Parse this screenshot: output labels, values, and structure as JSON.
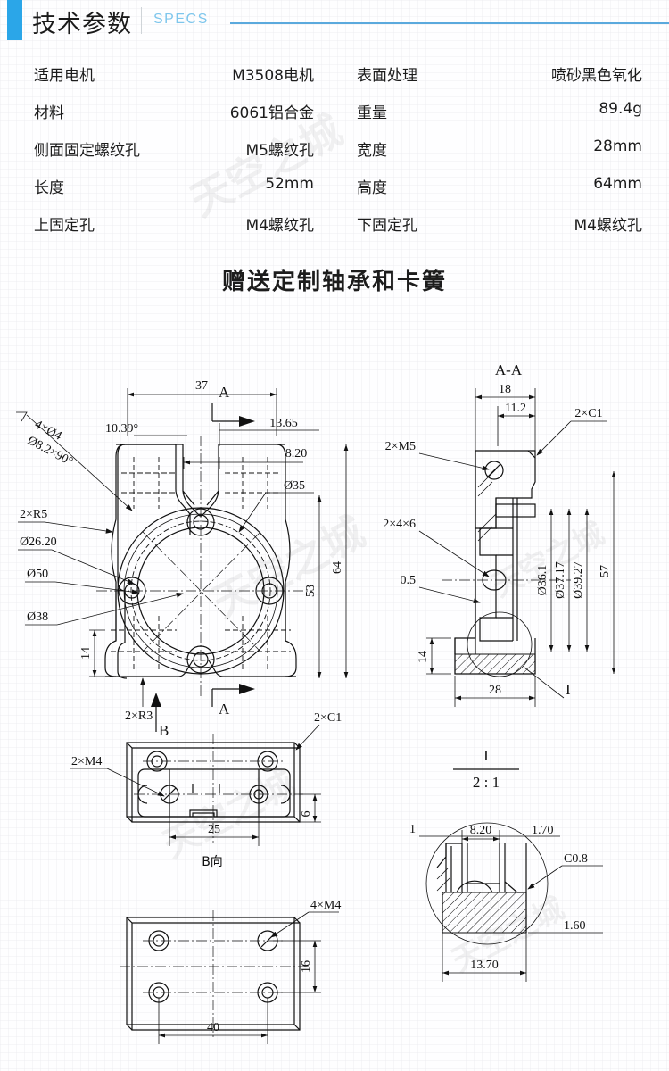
{
  "header": {
    "title_cn": "技术参数",
    "title_en": "SPECS",
    "accent_color": "#2ba6e8",
    "rule_color": "#5aa9dd"
  },
  "specs": {
    "rows": [
      {
        "label_l": "适用电机",
        "value_l": "M3508电机",
        "label_r": "表面处理",
        "value_r": "喷砂黑色氧化"
      },
      {
        "label_l": "材料",
        "value_l": "6061铝合金",
        "label_r": "重量",
        "value_r": "89.4g"
      },
      {
        "label_l": "侧面固定螺纹孔",
        "value_l": "M5螺纹孔",
        "label_r": "宽度",
        "value_r": "28mm"
      },
      {
        "label_l": "长度",
        "value_l": "52mm",
        "label_r": "高度",
        "value_r": "64mm"
      },
      {
        "label_l": "上固定孔",
        "value_l": "M4螺纹孔",
        "label_r": "下固定孔",
        "value_r": "M4螺纹孔"
      }
    ]
  },
  "gift_title": "赠送定制轴承和卡簧",
  "watermark": "天空之城",
  "drawing": {
    "front_view": {
      "name": "front-view",
      "dimensions": {
        "width_top": "37",
        "angle": "10.39°",
        "slot_offset": "13.65",
        "slot_width": "8.20",
        "bore": "Ø35",
        "fillet_r5": "2×R5",
        "dia_26_20": "Ø26.20",
        "dia_50": "Ø50",
        "dia_38": "Ø38",
        "height_53": "53",
        "height_64": "64",
        "ear_14": "14",
        "fillet_r3": "2×R3",
        "csk_hole": "4×Ø4",
        "csk_spec": "Ø8.2×90°",
        "section_mark_a": "A",
        "view_mark_b": "B"
      }
    },
    "section_aa": {
      "title": "A-A",
      "dimensions": {
        "w_18": "18",
        "w_11_2": "11.2",
        "chamfer": "2×C1",
        "thread_m5": "2×M5",
        "slot_2x4x6": "2×4×6",
        "dia_36_1": "Ø36.1",
        "dia_37_17": "Ø37.17",
        "dia_39_27": "Ø39.27",
        "h_57": "57",
        "g_0_5": "0.5",
        "h_14": "14",
        "w_28": "28",
        "detail_mark": "I"
      }
    },
    "top_view": {
      "title": "B向",
      "dimensions": {
        "chamfer": "2×C1",
        "thread_m4": "2×M4",
        "w_25": "25",
        "h_6": "6"
      }
    },
    "bottom_view": {
      "dimensions": {
        "thread_4xm4": "4×M4",
        "h_16": "16",
        "w_40": "40"
      }
    },
    "detail_i": {
      "title": "I",
      "scale": "2 : 1",
      "dimensions": {
        "d_1": "1",
        "d_8_20": "8.20",
        "d_1_70": "1.70",
        "chamfer": "C0.8",
        "d_1_60": "1.60",
        "d_13_70": "13.70"
      }
    }
  }
}
